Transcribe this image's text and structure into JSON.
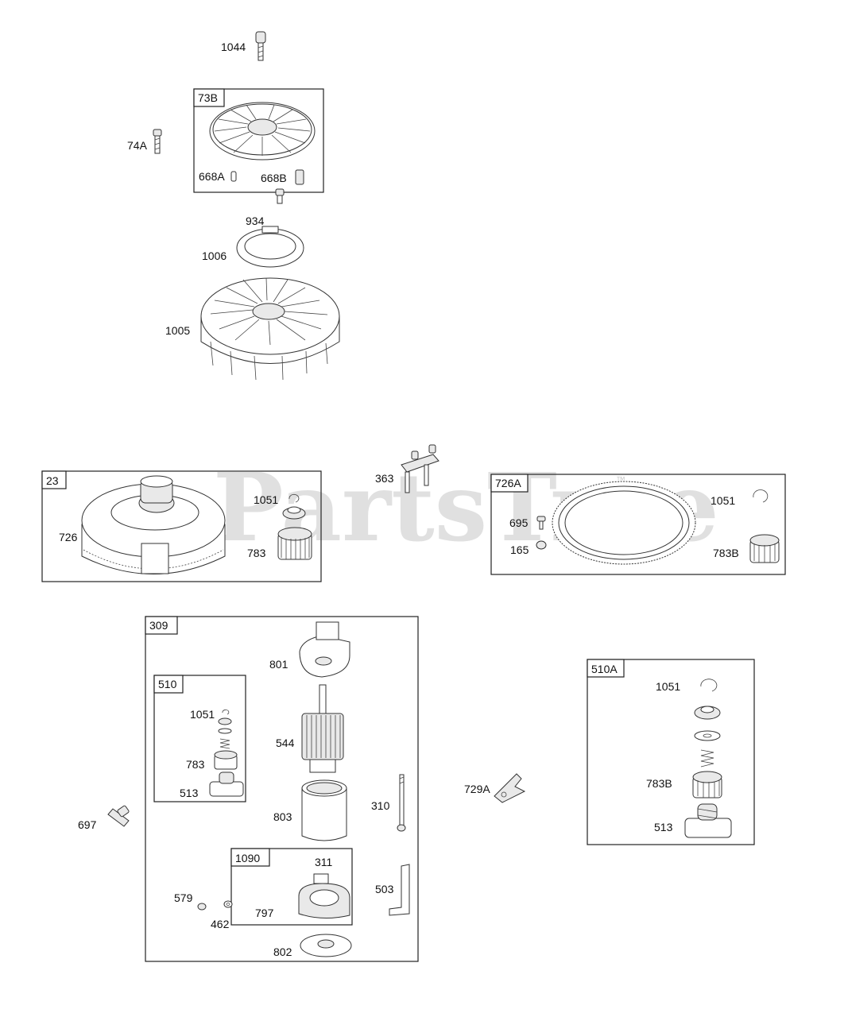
{
  "watermark": "PartsTree",
  "watermark_tm": "™",
  "groups": {
    "g73B": "73B",
    "g23": "23",
    "g726A": "726A",
    "g309": "309",
    "g510": "510",
    "g1090": "1090",
    "g510A": "510A"
  },
  "labels": {
    "p1044": "1044",
    "p74A": "74A",
    "p668A": "668A",
    "p668B": "668B",
    "p934": "934",
    "p1006": "1006",
    "p1005": "1005",
    "p363": "363",
    "p1051_23": "1051",
    "p726": "726",
    "p783": "783",
    "p1051_726A": "1051",
    "p695": "695",
    "p165": "165",
    "p783B_726A": "783B",
    "p801": "801",
    "p544": "544",
    "p803": "803",
    "p310": "310",
    "p1051_510": "1051",
    "p783_510": "783",
    "p513_510": "513",
    "p697": "697",
    "p311": "311",
    "p797": "797",
    "p579": "579",
    "p462": "462",
    "p503": "503",
    "p802": "802",
    "p729A": "729A",
    "p1051_510A": "1051",
    "p783B_510A": "783B",
    "p513_510A": "513"
  }
}
